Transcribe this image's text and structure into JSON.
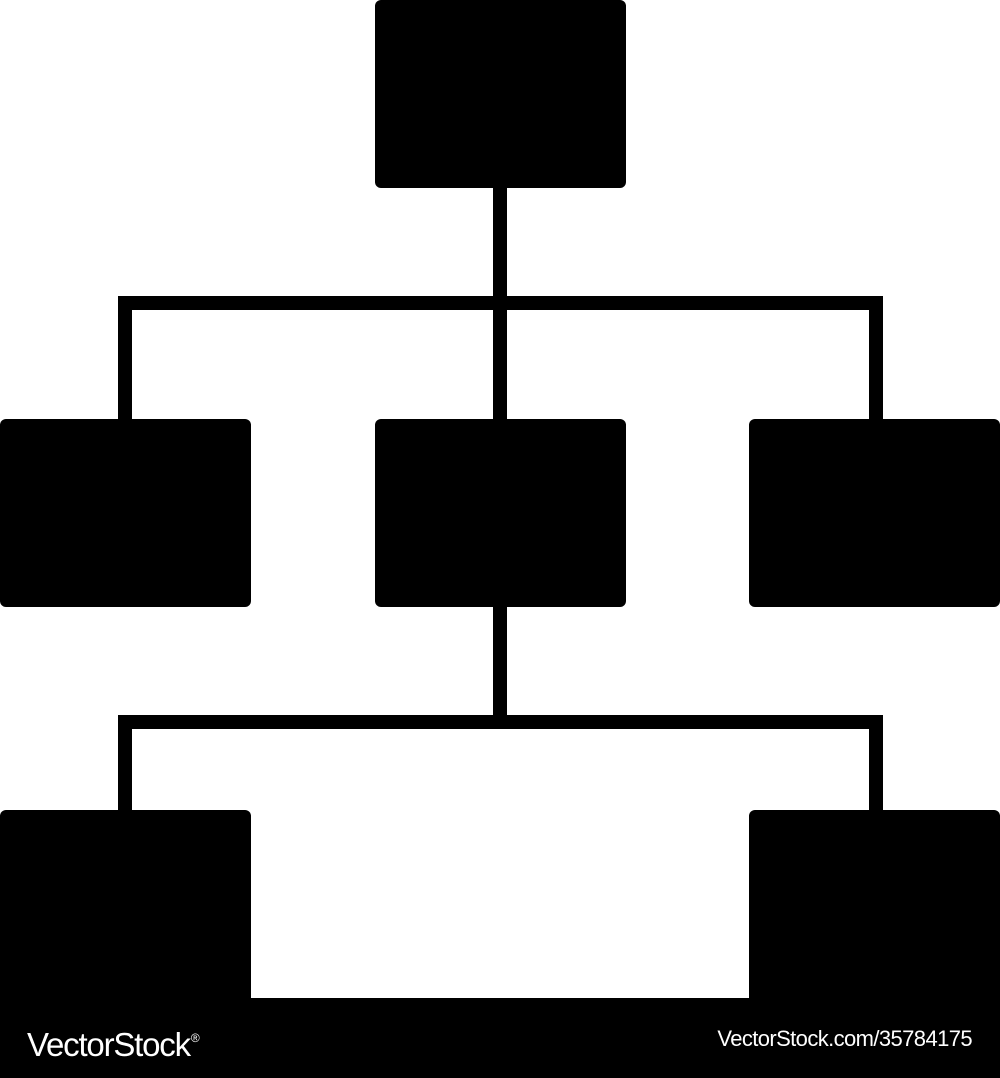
{
  "diagram": {
    "type": "hierarchy",
    "fill_color": "#000000",
    "background_color": "#ffffff",
    "levels": [
      {
        "level": 1,
        "node_count": 1
      },
      {
        "level": 2,
        "node_count": 3
      },
      {
        "level": 3,
        "node_count": 2
      }
    ]
  },
  "watermark": {
    "brand": "VectorStock",
    "brand_registered": "®",
    "image_id": "VectorStock.com/35784175",
    "background_color": "#000000",
    "text_color": "#ffffff"
  }
}
